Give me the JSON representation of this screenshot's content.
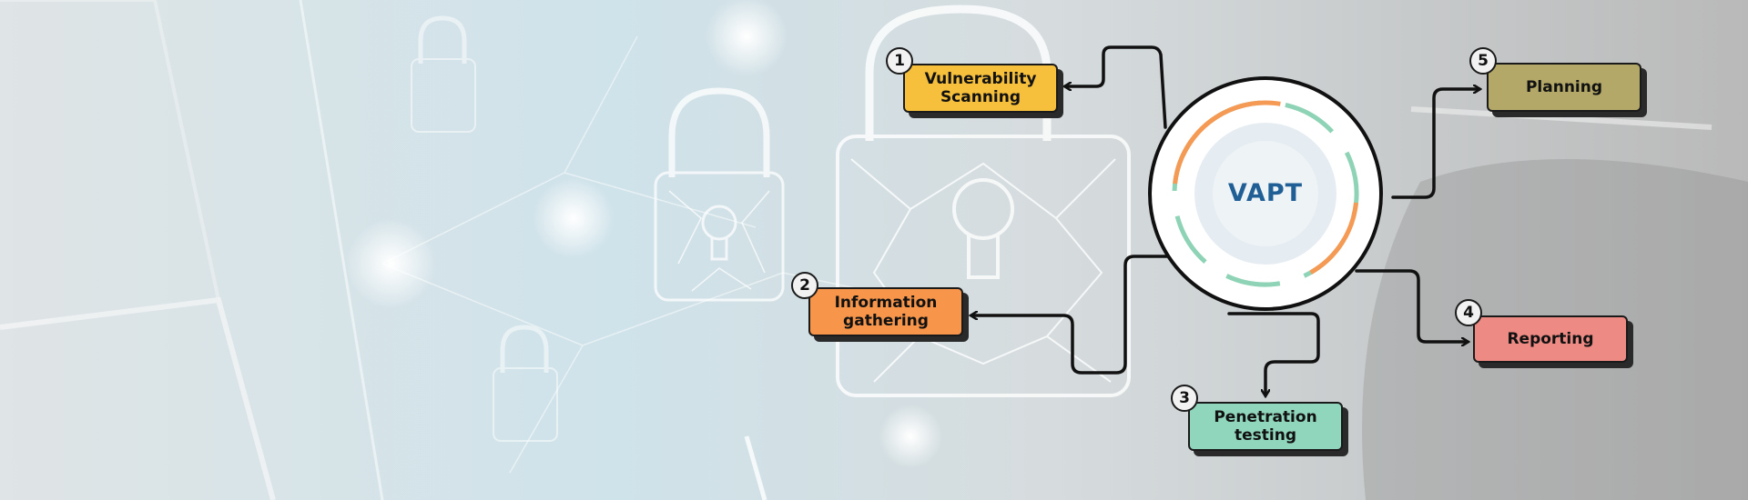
{
  "center": {
    "label": "VAPT"
  },
  "steps": [
    {
      "number": "1",
      "label": "Vulnerability\nScanning",
      "color": "#f6bf3c"
    },
    {
      "number": "2",
      "label": "Information\ngathering",
      "color": "#f7954a"
    },
    {
      "number": "3",
      "label": "Penetration\ntesting",
      "color": "#8fd6bd"
    },
    {
      "number": "4",
      "label": "Reporting",
      "color": "#ee8a84"
    },
    {
      "number": "5",
      "label": "Planning",
      "color": "#b3a867"
    }
  ],
  "colors": {
    "center_text": "#1f5f96",
    "ring_orange": "#f59a54",
    "ring_green": "#8fd3b6",
    "connector": "#111111"
  },
  "icons": [
    "padlock-network-icon",
    "arrow-icon"
  ]
}
